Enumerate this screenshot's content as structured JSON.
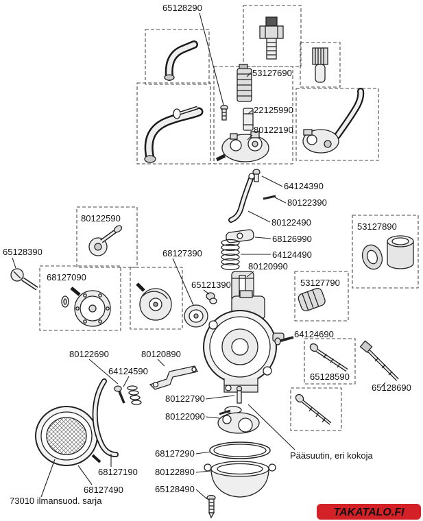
{
  "diagram": {
    "watermark": "TAKATALO.FI",
    "watermark_bg": "#d42027",
    "watermark_text_color": "#ffffff",
    "labels": {
      "p65128290": "65128290",
      "p53127690": "53127690",
      "p22125990": "22125990",
      "p80122190": "80122190",
      "p64124390": "64124390",
      "p80122390": "80122390",
      "p80122490": "80122490",
      "p68126990": "68126990",
      "p64124490": "64124490",
      "p80120990": "80120990",
      "p53127890": "53127890",
      "p53127790": "53127790",
      "p80122590": "80122590",
      "p65128390": "65128390",
      "p68127090": "68127090",
      "p68127390": "68127390",
      "p65121390": "65121390",
      "p64124690": "64124690",
      "p65128590": "65128590",
      "p65128690": "65128690",
      "p80122690": "80122690",
      "p80120890": "80120890",
      "p64124590": "64124590",
      "p80122790": "80122790",
      "p80122090": "80122090",
      "p68127290": "68127290",
      "p80122890": "80122890",
      "p68127190": "68127190",
      "p68127490": "68127490",
      "p65128490": "65128490",
      "kit": "73010 ilmansuod. sarja",
      "main_jet_note": "Pääsuutin, eri kokoja"
    }
  }
}
